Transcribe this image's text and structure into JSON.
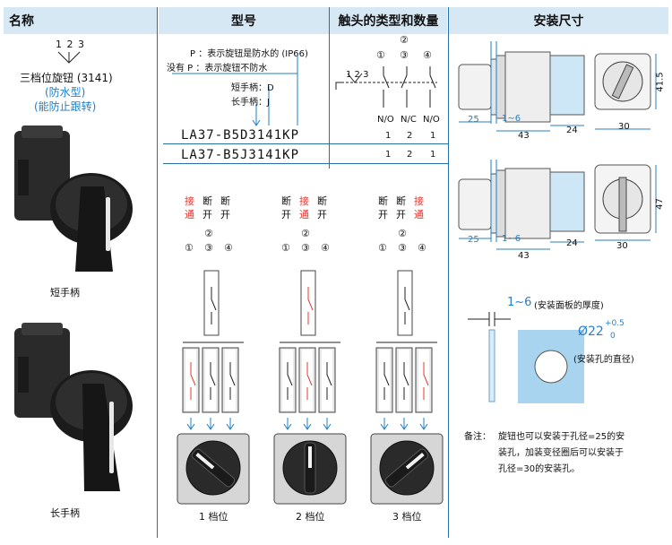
{
  "headers": {
    "name": "名称",
    "model": "型号",
    "contacts": "触头的类型和数量",
    "mount": "安装尺寸"
  },
  "left": {
    "pos_numbers": "1 2 3",
    "title": "三档位旋钮 (3141)",
    "waterproof": "(防水型)",
    "antirotation": "(能防止跟转)",
    "short_label": "短手柄",
    "long_label": "长手柄"
  },
  "model": {
    "p_note": "P ：表示旋钮是防水的 (IP66)",
    "nop_note": "没有 P ：表示旋钮不防水",
    "short_code": "短手柄：D",
    "long_code": "长手柄：J",
    "model1": "LA37-B5D3141KP",
    "model2": "LA37-B5J3141KP"
  },
  "contacts": {
    "circles": [
      "1",
      "2",
      "3",
      "4"
    ],
    "pos_digits": "1 2 3",
    "types": [
      "N/O",
      "N/C",
      "N/O"
    ],
    "row1": [
      "1",
      "2",
      "1"
    ],
    "row2": [
      "1",
      "2",
      "1"
    ]
  },
  "positions": [
    {
      "labels": [
        [
          "接",
          "通"
        ],
        [
          "断",
          "开"
        ],
        [
          "断",
          "开"
        ]
      ],
      "active": 0,
      "caption": "1 档位"
    },
    {
      "labels": [
        [
          "断",
          "开"
        ],
        [
          "接",
          "通"
        ],
        [
          "断",
          "开"
        ]
      ],
      "active": 1,
      "caption": "2 档位"
    },
    {
      "labels": [
        [
          "断",
          "开"
        ],
        [
          "断",
          "开"
        ],
        [
          "接",
          "通"
        ]
      ],
      "active": 2,
      "caption": "3 档位"
    }
  ],
  "pos_circles": [
    "①",
    "③",
    "④"
  ],
  "pos_top": "②",
  "mount": {
    "d25": "25",
    "d1_6": "1~6",
    "d43": "43",
    "d24": "24",
    "d30": "30",
    "d41_5": "41.5",
    "d47": "47",
    "panel_dim": "1~6",
    "panel_note": "(安装面板的厚度)",
    "hole_dia": "Ø22",
    "tol_plus": "+0.5",
    "tol_zero": "0",
    "hole_note": "(安装孔的直径)",
    "remark_label": "备注：",
    "remark": [
      "旋钮也可以安装于孔径=25的安",
      "装孔，加装变径圈后可以安装于",
      "孔径=30的安装孔。"
    ]
  },
  "colors": {
    "header_bg": "#d7e8f5",
    "accent": "#1e7fc8",
    "red": "#e23b32",
    "line": "#2a6fa6"
  }
}
